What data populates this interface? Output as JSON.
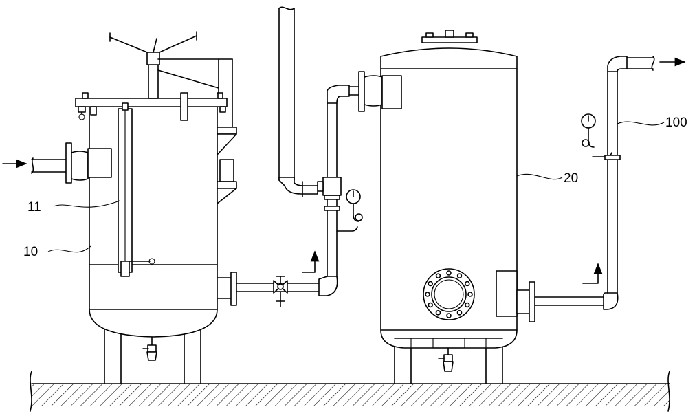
{
  "labels": {
    "filter_element": "11",
    "filter_tank": "10",
    "storage_tank": "20",
    "outlet_pipe": "100"
  },
  "colors": {
    "line": "#000000",
    "background": "#ffffff"
  }
}
